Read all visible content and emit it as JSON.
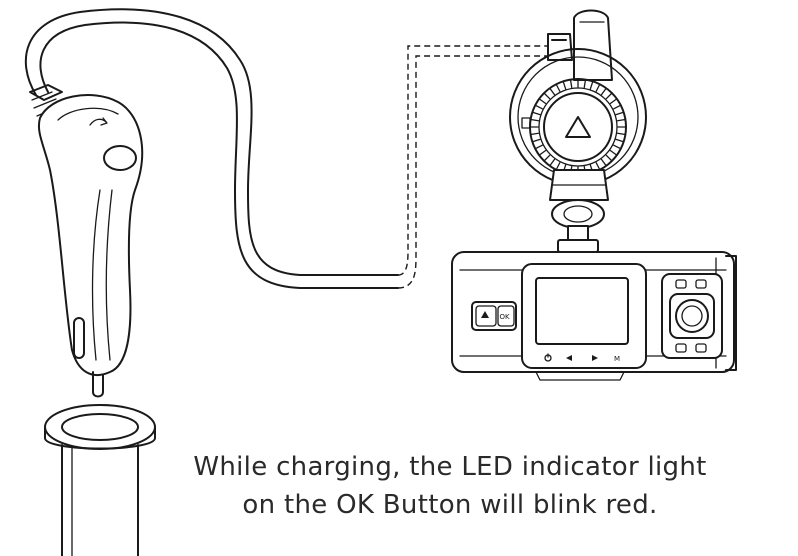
{
  "caption": {
    "line1": "While charging, the LED indicator light",
    "line2": "on the OK Button will blink red."
  },
  "camera": {
    "ok_label": "OK",
    "icons": [
      "power-icon",
      "rewind-icon",
      "play-icon",
      "menu-icon"
    ],
    "menu_glyph": "M"
  },
  "colors": {
    "ink": "#1a1a1a",
    "background": "#ffffff",
    "caption": "#2a2a2a"
  }
}
